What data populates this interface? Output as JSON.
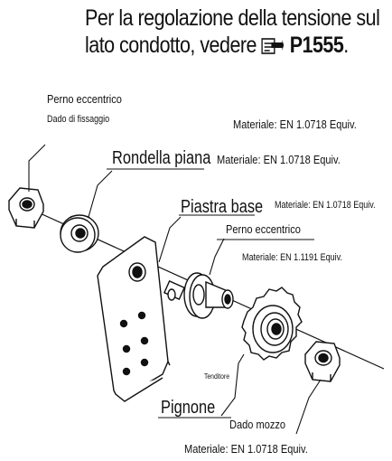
{
  "header": {
    "line1": "Per la regolazione della tensione sul",
    "line2_prefix": "lato condotto, vedere ",
    "link_code": "P1555",
    "line2_suffix": ".",
    "link_icon": "catalog-page-icon"
  },
  "labels": {
    "eccentric_pin_top": "Perno eccentrico",
    "lock_nut": "Dado di fissaggio",
    "material_top": "Materiale: EN 1.0718 Equiv.",
    "flat_washer": "Rondella piana",
    "material_washer": "Materiale: EN 1.0718 Equiv.",
    "base_plate": "Piastra base",
    "material_plate": "Materiale: EN 1.0718 Equiv.",
    "eccentric_pin": "Perno eccentrico",
    "material_pin": "Materiale: EN 1.1191 Equiv.",
    "tensioner": "Tenditore",
    "sprocket": "Pignone",
    "hub_nut": "Dado mozzo",
    "material_bottom": "Materiale: EN 1.0718 Equiv."
  }
}
